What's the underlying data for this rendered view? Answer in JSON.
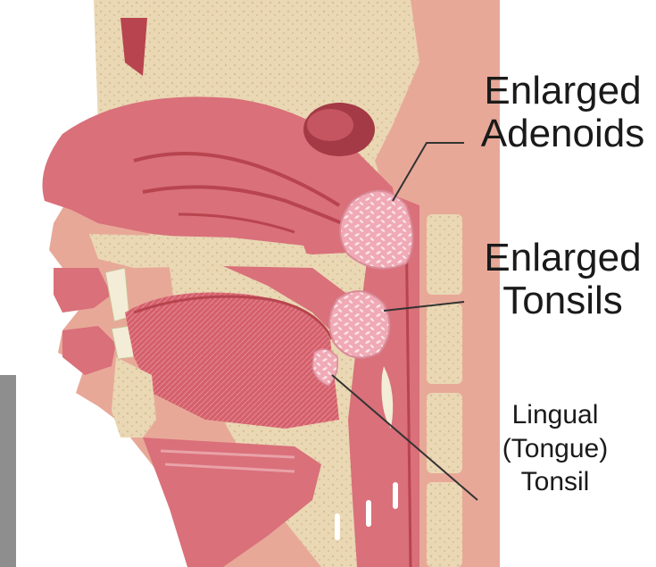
{
  "labels": {
    "adenoids": {
      "line1": "Enlarged",
      "line2": "Adenoids"
    },
    "tonsils": {
      "line1": "Enlarged",
      "line2": "Tonsils"
    },
    "lingual": {
      "line1": "Lingual",
      "line2": "(Tongue)",
      "line3": "Tonsil"
    }
  },
  "colors": {
    "tissue": "#d9707a",
    "tissue_dark": "#b8444f",
    "bone": "#ead7b4",
    "bone_dots": "#d6bf94",
    "skin": "#e7a08f",
    "gland": "#f2b8c2",
    "gland_spots": "#fce4ea",
    "leader": "#333333"
  }
}
